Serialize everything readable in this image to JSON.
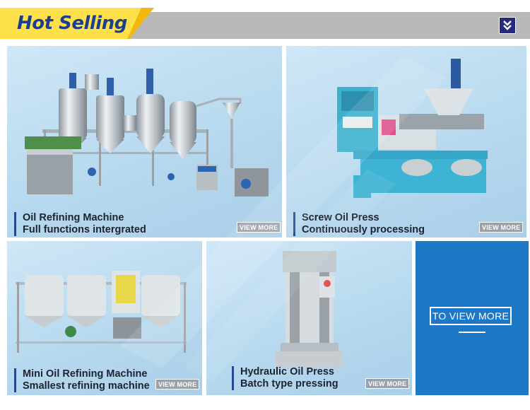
{
  "header": {
    "title": "Hot Selling",
    "more_icon": "double-chevron-down-icon"
  },
  "products": [
    {
      "name": "Oil Refining Machine",
      "subtitle": "Full functions intergrated",
      "button": "VIEW MORE"
    },
    {
      "name": "Screw Oil Press",
      "subtitle": "Continuously processing",
      "button": "VIEW MORE"
    },
    {
      "name": "Mini Oil Refining Machine",
      "subtitle": "Smallest refining machine",
      "button": "VIEW MORE"
    },
    {
      "name": "Hydraulic Oil Press",
      "subtitle": "Batch type pressing",
      "button": "VIEW MORE"
    }
  ],
  "promo": {
    "button": "TO VIEW MORE"
  },
  "colors": {
    "header_gray": "#b9b9b9",
    "title_yellow": "#f2b80f",
    "title_text": "#1b3f8f",
    "promo_blue": "#1d78c6"
  }
}
